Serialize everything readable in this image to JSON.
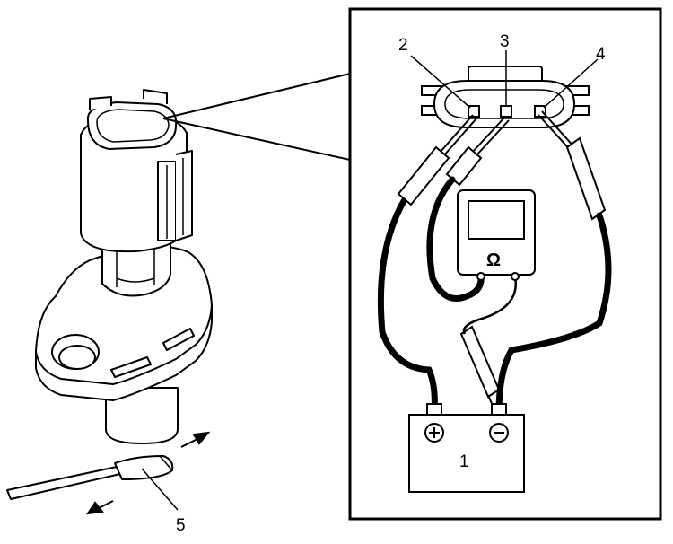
{
  "callouts": {
    "battery": "1",
    "terminal_left": "2",
    "terminal_center": "3",
    "terminal_right": "4",
    "screwdriver": "5"
  },
  "meter": {
    "symbol": "Ω"
  },
  "icons": {
    "battery_positive": "plus-icon",
    "battery_negative": "minus-icon",
    "motion_arrows": "arrow-icon"
  },
  "colors": {
    "line": "#000000",
    "background": "#ffffff"
  }
}
